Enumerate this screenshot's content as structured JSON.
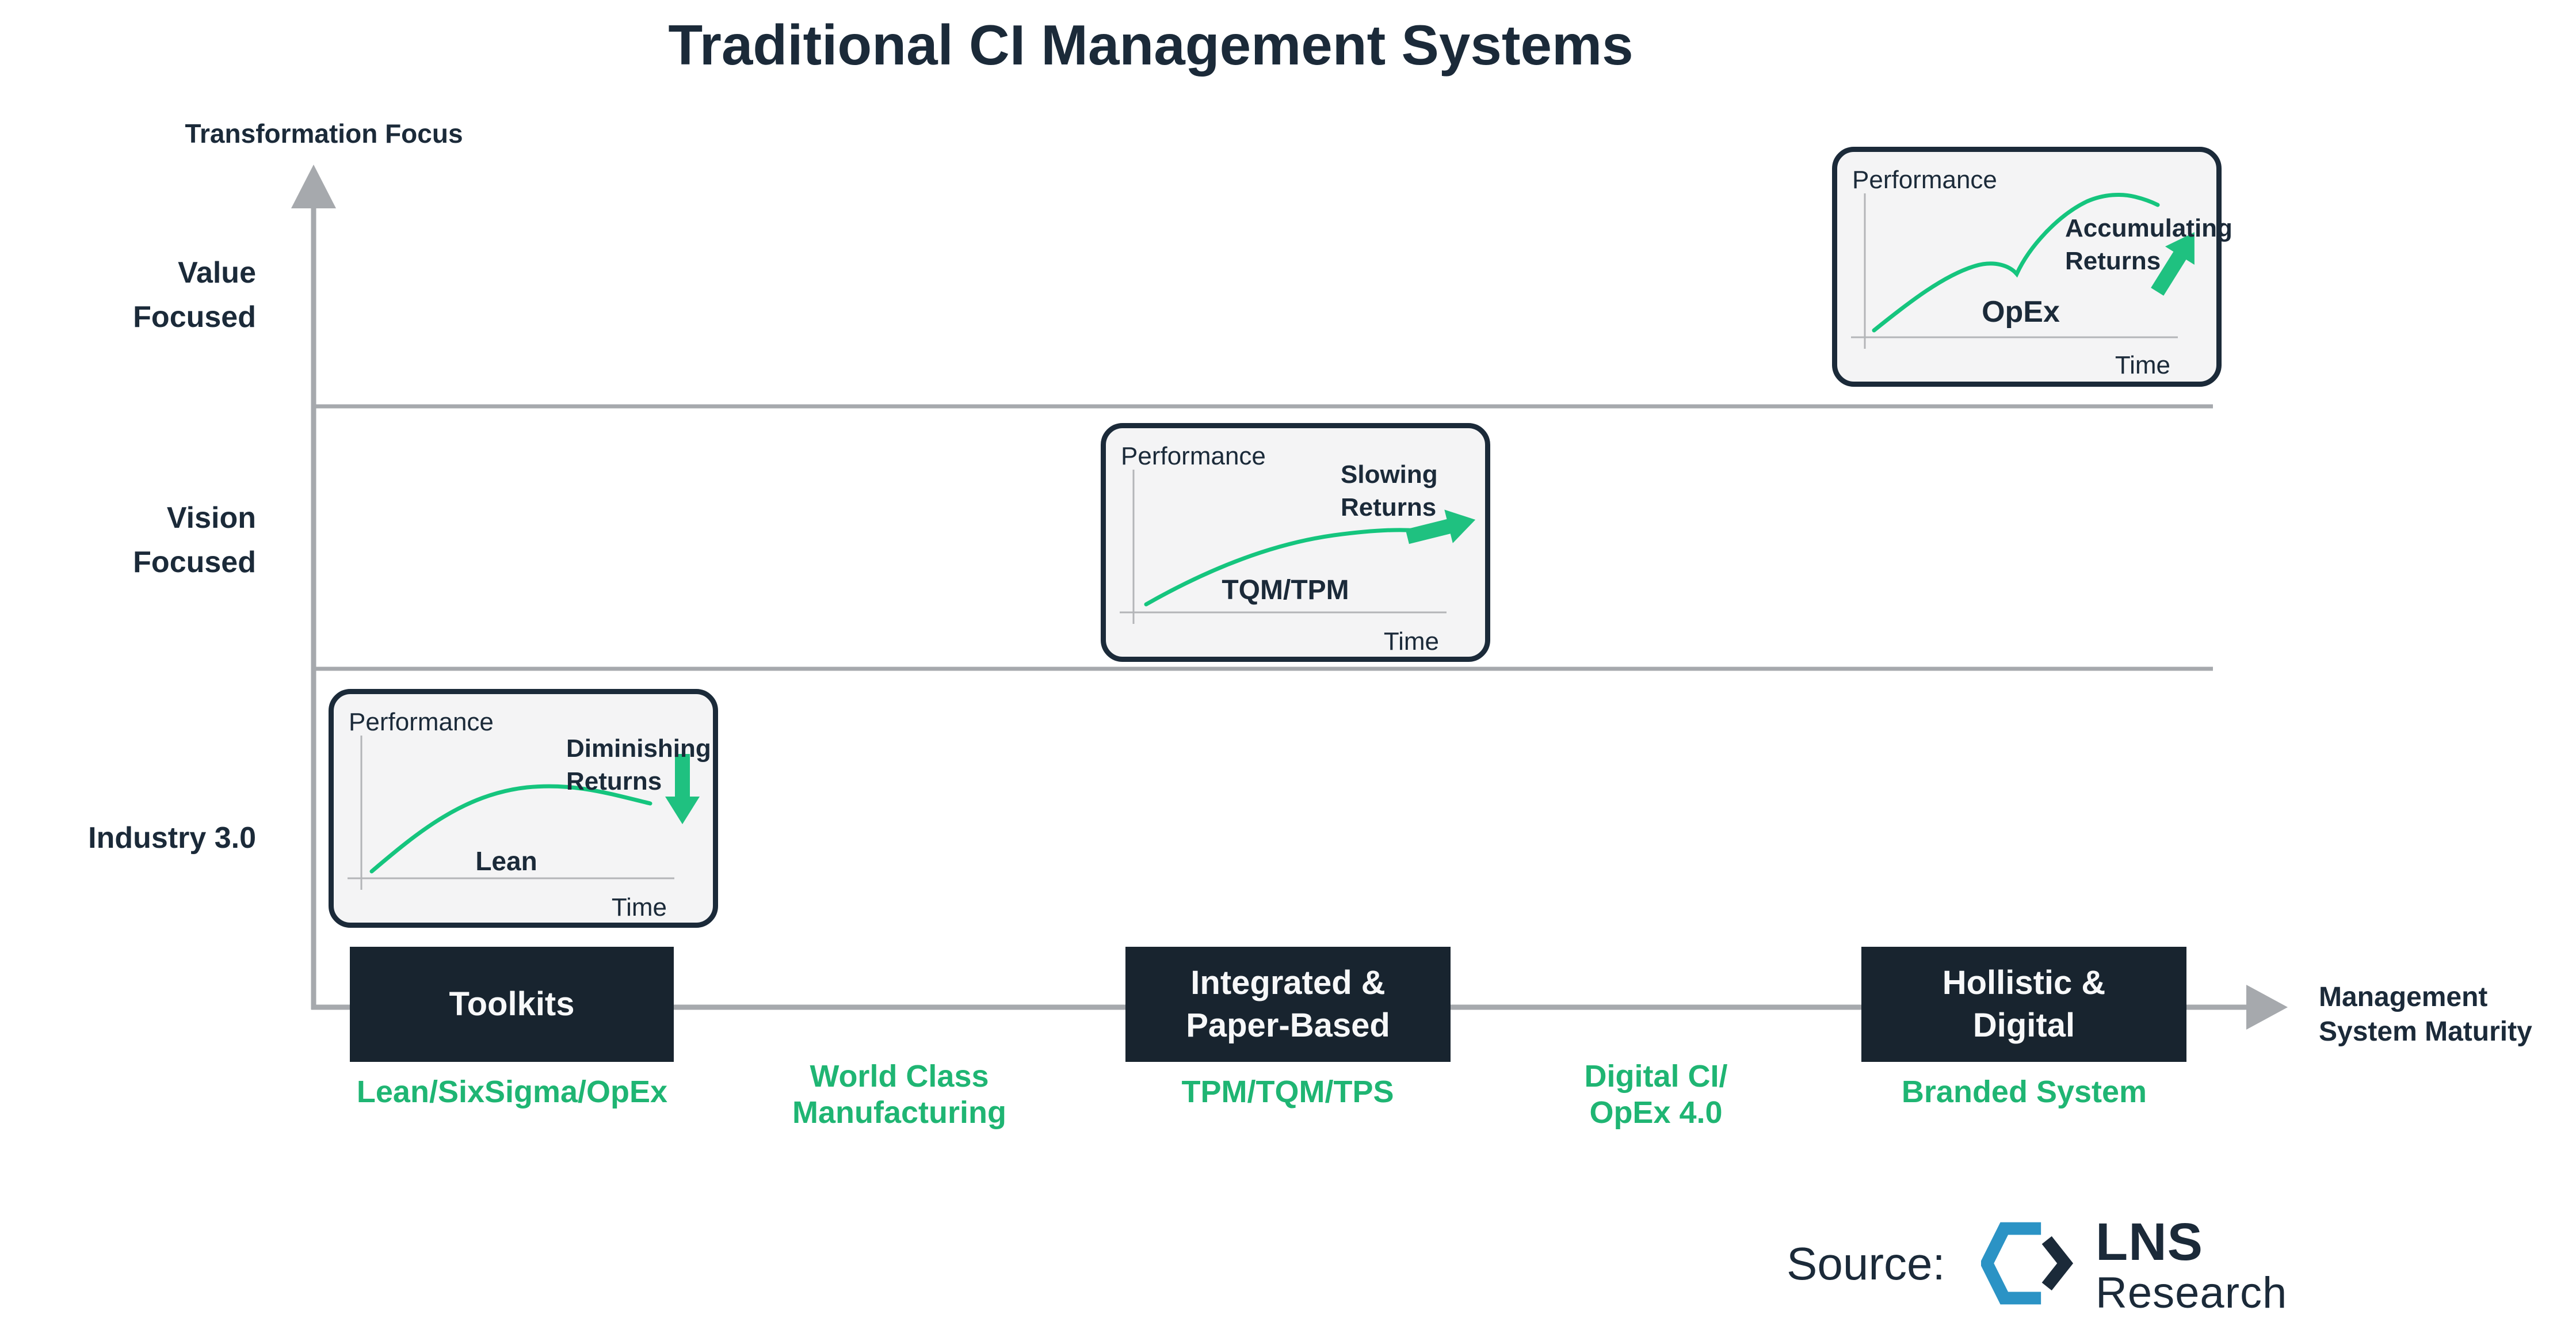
{
  "title": "Traditional CI Management Systems",
  "colors": {
    "navy": "#1b2a39",
    "box_navy": "#18242f",
    "green_text": "#1fb573",
    "green_line": "#15c57e",
    "gray": "#a6a9ad",
    "inset_bg": "#f4f4f5",
    "logo_blue": "#2b93c5"
  },
  "y_axis": {
    "title": "Transformation Focus",
    "levels": [
      "Value\nFocused",
      "Vision\nFocused",
      "Industry 3.0"
    ]
  },
  "x_axis": {
    "title": "Management\nSystem Maturity"
  },
  "insets": [
    {
      "name": "lean",
      "y_label": "Performance",
      "x_label": "Time",
      "curve_label": "Lean",
      "annotation": "Diminishing\nReturns",
      "trend": "rise then decline",
      "arrow_direction": "down"
    },
    {
      "name": "tqm-tpm",
      "y_label": "Performance",
      "x_label": "Time",
      "curve_label": "TQM/TPM",
      "annotation": "Slowing\nReturns",
      "trend": "rise then flatten",
      "arrow_direction": "right"
    },
    {
      "name": "opex",
      "y_label": "Performance",
      "x_label": "Time",
      "curve_label": "OpEx",
      "annotation": "Accumulating\nReturns",
      "trend": "rise, dip, rise higher",
      "arrow_direction": "up-right"
    }
  ],
  "stages": [
    {
      "label": "Toolkits",
      "sublabel": "Lean/SixSigma/OpEx"
    },
    {
      "label": "Integrated &\nPaper-Based",
      "sublabel": "TPM/TQM/TPS"
    },
    {
      "label": "Hollistic &\nDigital",
      "sublabel": "Branded System"
    }
  ],
  "between_labels": [
    "World Class\nManufacturing",
    "Digital CI/\nOpEx 4.0"
  ],
  "source": {
    "label": "Source:",
    "logo_name": "LNS",
    "logo_sub": "Research"
  }
}
